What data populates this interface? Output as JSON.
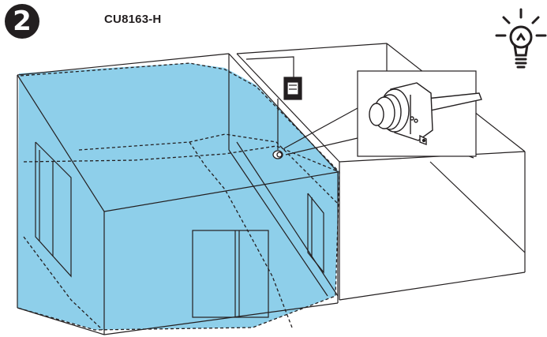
{
  "step": {
    "number": "2"
  },
  "model": {
    "label": "CU8163-H"
  },
  "icons": {
    "step": "step-number-badge",
    "tip": "lightbulb-icon",
    "sensor": "ceiling-sensor-icon",
    "switch": "wall-switch-icon",
    "callout": "sensor-detail-callout"
  },
  "colors": {
    "coverage": "#8ecfea",
    "line": "#231f20",
    "background": "#ffffff"
  }
}
